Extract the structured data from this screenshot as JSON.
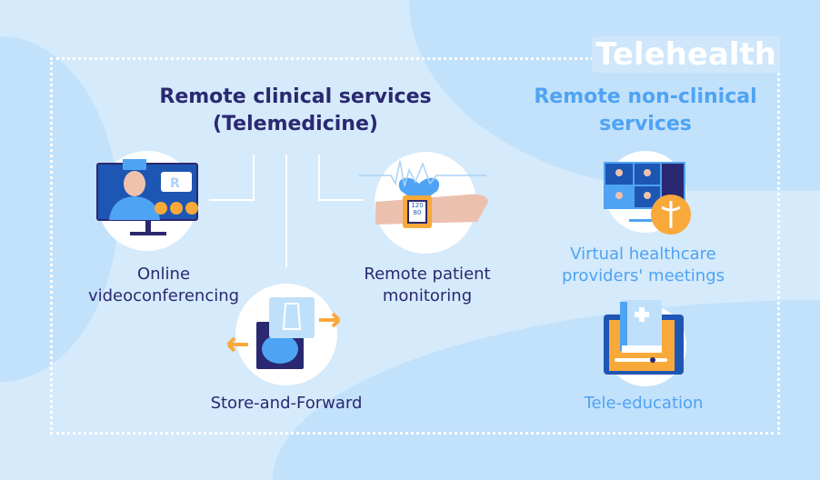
{
  "title": "Telehealth",
  "clinical": {
    "heading_line1": "Remote clinical services",
    "heading_line2": "(Telemedicine)",
    "items": [
      {
        "label_line1": "Online",
        "label_line2": "videoconferencing"
      },
      {
        "label_line1": "Remote patient",
        "label_line2": "monitoring"
      },
      {
        "label": "Store-and-Forward"
      }
    ],
    "bp_reading": {
      "systolic": "120",
      "diastolic": "80"
    }
  },
  "non_clinical": {
    "heading_line1": "Remote non-clinical",
    "heading_line2": "services",
    "items": [
      {
        "label_line1": "Virtual healthcare",
        "label_line2": "providers' meetings"
      },
      {
        "label": "Tele-education"
      }
    ]
  },
  "colors": {
    "background": "#d5eafb",
    "dark_text": "#2a2870",
    "light_text": "#4ea3f4",
    "accent": "#f8a93a"
  }
}
